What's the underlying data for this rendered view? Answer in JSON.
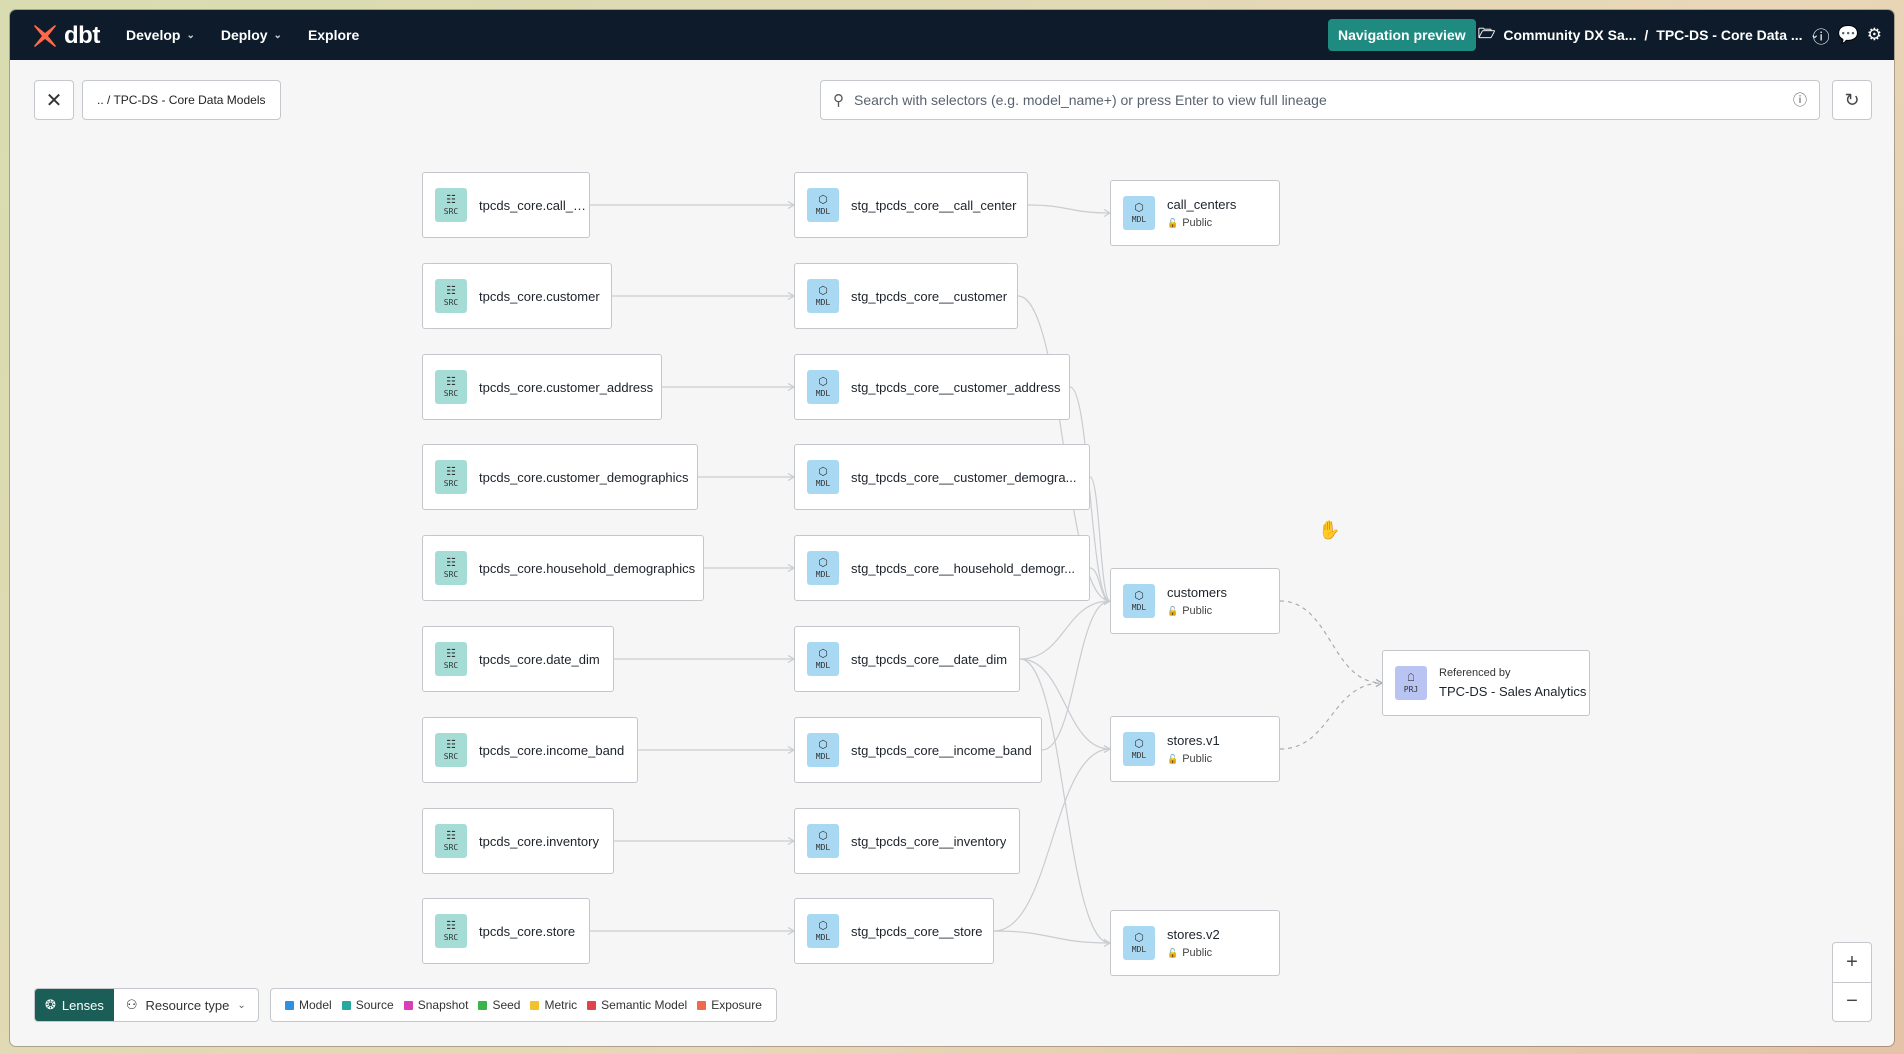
{
  "topbar": {
    "brand": "dbt",
    "menu": [
      {
        "label": "Develop",
        "has_dropdown": true
      },
      {
        "label": "Deploy",
        "has_dropdown": true
      },
      {
        "label": "Explore",
        "has_dropdown": false
      }
    ],
    "nav_preview_label": "Navigation preview",
    "project_crumb": "Community DX Sa...",
    "separator": "/",
    "env_crumb": "TPC-DS - Core Data ...",
    "icons": [
      "help-icon",
      "feedback-icon",
      "settings-icon"
    ],
    "brand_color": "#ff694a",
    "accent_color": "#1e8a80"
  },
  "toolbar": {
    "breadcrumb": ".. / TPC-DS - Core Data Models",
    "search_placeholder": "Search with selectors (e.g. model_name+) or press Enter to view full lineage"
  },
  "sources": [
    {
      "name": "tpcds_core.call_center",
      "badge": "SRC"
    },
    {
      "name": "tpcds_core.customer",
      "badge": "SRC"
    },
    {
      "name": "tpcds_core.customer_address",
      "badge": "SRC"
    },
    {
      "name": "tpcds_core.customer_demographics",
      "badge": "SRC"
    },
    {
      "name": "tpcds_core.household_demographics",
      "badge": "SRC"
    },
    {
      "name": "tpcds_core.date_dim",
      "badge": "SRC"
    },
    {
      "name": "tpcds_core.income_band",
      "badge": "SRC"
    },
    {
      "name": "tpcds_core.inventory",
      "badge": "SRC"
    },
    {
      "name": "tpcds_core.store",
      "badge": "SRC"
    }
  ],
  "staging": [
    {
      "name": "stg_tpcds_core__call_center",
      "badge": "MDL"
    },
    {
      "name": "stg_tpcds_core__customer",
      "badge": "MDL"
    },
    {
      "name": "stg_tpcds_core__customer_address",
      "badge": "MDL"
    },
    {
      "name": "stg_tpcds_core__customer_demogra...",
      "badge": "MDL"
    },
    {
      "name": "stg_tpcds_core__household_demogr...",
      "badge": "MDL"
    },
    {
      "name": "stg_tpcds_core__date_dim",
      "badge": "MDL"
    },
    {
      "name": "stg_tpcds_core__income_band",
      "badge": "MDL"
    },
    {
      "name": "stg_tpcds_core__inventory",
      "badge": "MDL"
    },
    {
      "name": "stg_tpcds_core__store",
      "badge": "MDL"
    }
  ],
  "marts": [
    {
      "name": "call_centers",
      "badge": "MDL",
      "access": "Public"
    },
    {
      "name": "customers",
      "badge": "MDL",
      "access": "Public"
    },
    {
      "name": "stores.v1",
      "badge": "MDL",
      "access": "Public"
    },
    {
      "name": "stores.v2",
      "badge": "MDL",
      "access": "Public"
    }
  ],
  "project_ref": {
    "label": "Referenced by",
    "name": "TPC-DS - Sales Analytics",
    "badge": "PRJ"
  },
  "bottom": {
    "lenses_label": "Lenses",
    "resource_type_label": "Resource type",
    "legend": [
      {
        "label": "Model",
        "color": "#2f8fe0"
      },
      {
        "label": "Source",
        "color": "#2aa8a0"
      },
      {
        "label": "Snapshot",
        "color": "#d63fb8"
      },
      {
        "label": "Seed",
        "color": "#39b54a"
      },
      {
        "label": "Metric",
        "color": "#f2c12e"
      },
      {
        "label": "Semantic Model",
        "color": "#e0444b"
      },
      {
        "label": "Exposure",
        "color": "#f06a4a"
      }
    ],
    "zoom_in": "+",
    "zoom_out": "−"
  }
}
